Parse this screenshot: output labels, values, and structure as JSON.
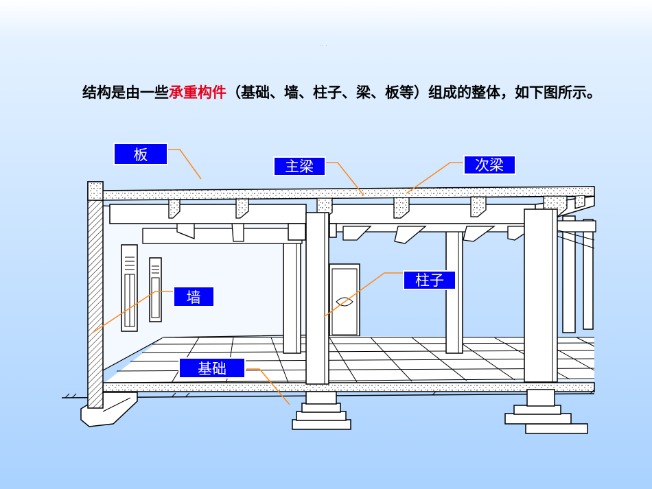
{
  "text": {
    "before": "结构是由一些",
    "highlight": "承重构件",
    "after": "（基础、墙、柱子、梁、板等）组成的整体，如下图所示。"
  },
  "labels": {
    "slab": "板",
    "main_beam": "主梁",
    "secondary_beam": "次梁",
    "column": "柱子",
    "wall": "墙",
    "foundation": "基础"
  },
  "colors": {
    "highlight": "#e4001a",
    "label_fill": "#0000ff",
    "leader_line": "#ff8a1c"
  }
}
